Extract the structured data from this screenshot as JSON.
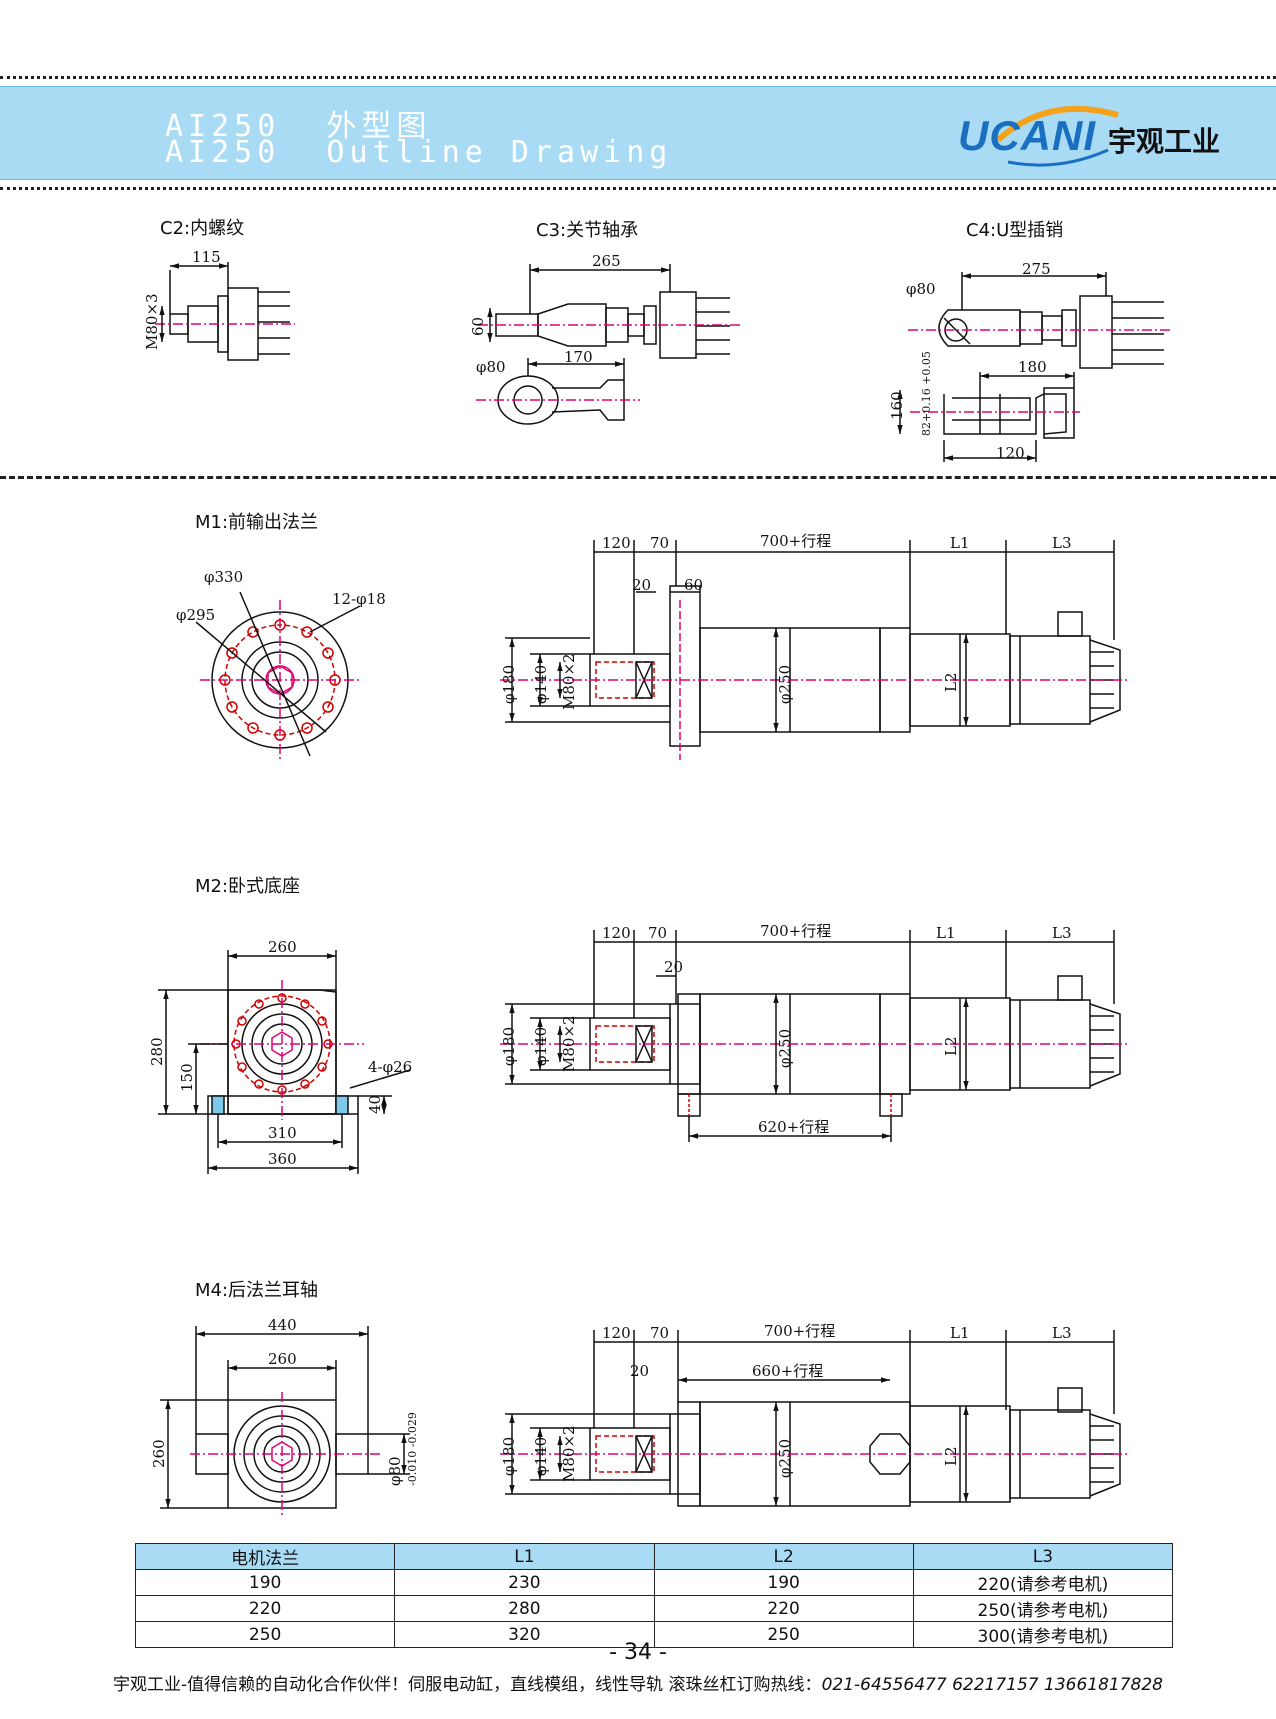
{
  "header": {
    "title_cn": "AI250  外型图",
    "title_en": "AI250  Outline Drawing",
    "brand": "UCANI",
    "brand_cn": "宇观工业"
  },
  "sections": {
    "c2": "C2:内螺纹",
    "c3": "C3:关节轴承",
    "c4": "C4:U型插销",
    "m1": "M1:前输出法兰",
    "m2": "M2:卧式底座",
    "m4": "M4:后法兰耳轴"
  },
  "dims": {
    "c2": {
      "len": "115",
      "thread": "M80×3"
    },
    "c3": {
      "len": "265",
      "h": "60",
      "dia": "φ80",
      "len2": "170"
    },
    "c4": {
      "len": "275",
      "dia": "φ80",
      "len2": "180",
      "h": "160",
      "tol": "82+0.16 +0.05",
      "w": "120"
    },
    "m1": {
      "d330": "φ330",
      "d295": "φ295",
      "holes": "12-φ18",
      "a120": "120",
      "a70": "70",
      "stroke": "700+行程",
      "L1": "L1",
      "L3": "L3",
      "a20": "20",
      "a60": "60",
      "d180": "φ180",
      "d140": "φ140",
      "thread": "M80×2",
      "d250": "φ250",
      "L2": "L2"
    },
    "m2": {
      "w260": "260",
      "h280": "280",
      "h150": "150",
      "holes": "4-φ26",
      "h40": "40",
      "w310": "310",
      "w360": "360",
      "a120": "120",
      "a70": "70",
      "stroke": "700+行程",
      "L1": "L1",
      "L3": "L3",
      "a20": "20",
      "d180": "φ180",
      "d140": "φ140",
      "thread": "M80×2",
      "d250": "φ250",
      "L2": "L2",
      "base": "620+行程"
    },
    "m4": {
      "w440": "440",
      "w260": "260",
      "h260": "260",
      "trun": "φ80",
      "tol": "-0.010 -0.029",
      "a120": "120",
      "a70": "70",
      "stroke": "700+行程",
      "L1": "L1",
      "L3": "L3",
      "a20": "20",
      "inner": "660+行程",
      "d180": "φ180",
      "d140": "φ140",
      "thread": "M80×2",
      "d250": "φ250",
      "L2": "L2"
    }
  },
  "table": {
    "headers": [
      "电机法兰",
      "L1",
      "L2",
      "L3"
    ],
    "rows": [
      [
        "190",
        "230",
        "190",
        "220(请参考电机)"
      ],
      [
        "220",
        "280",
        "220",
        "250(请参考电机)"
      ],
      [
        "250",
        "320",
        "250",
        "300(请参考电机)"
      ]
    ]
  },
  "page_number": "- 34 -",
  "footer": {
    "text": "宇观工业-值得信赖的自动化合作伙伴！伺服电动缸，直线模组，线性导轨 滚珠丝杠订购热线：",
    "hotline": "021-64556477  62217157 13661817828"
  },
  "colors": {
    "banner": "#a9dcf4",
    "brand": "#1a6fc0",
    "centerline": "#e0006e",
    "hidden": "#d00000",
    "tube": "#7ec9ea"
  }
}
